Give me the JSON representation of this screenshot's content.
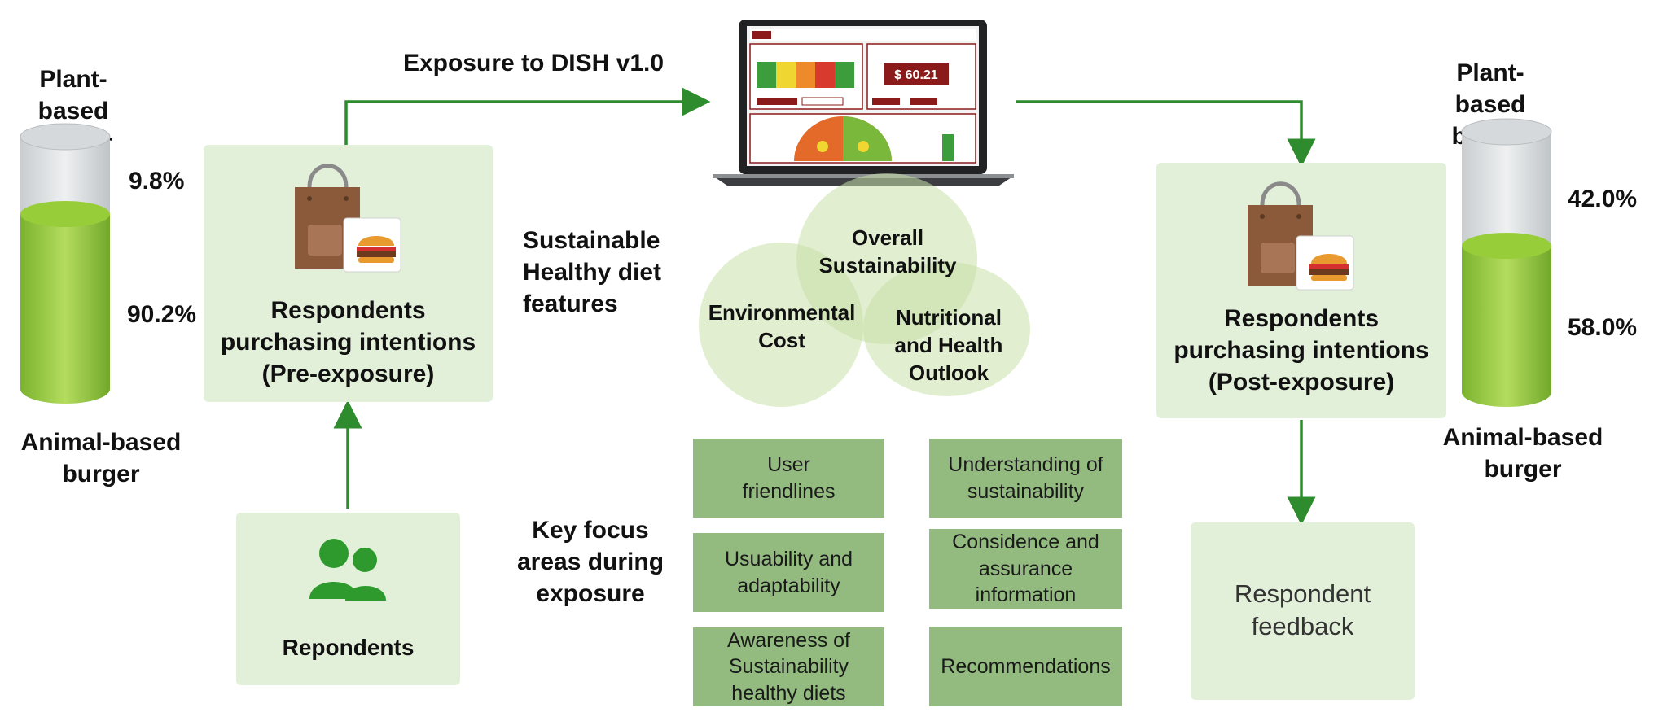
{
  "title": "Exposure to DISH v1.0",
  "colors": {
    "arrow": "#2e8b2e",
    "box": "#e2efd9",
    "focus_box": "#93bb80",
    "cylinder_fill": "#8cc43c",
    "accent": "#8b1a1a"
  },
  "pre": {
    "plant_label": "Plant-based\nburger",
    "animal_label": "Animal-based\nburger",
    "plant_pct": "9.8%",
    "animal_pct": "90.2%",
    "plant_fraction": 0.098,
    "animal_fraction": 0.902,
    "box_label": "Respondents\npurchasing intentions\n(Pre-exposure)"
  },
  "post": {
    "plant_label": "Plant-based\nburger",
    "animal_label": "Animal-based\nburger",
    "plant_pct": "42.0%",
    "animal_pct": "58.0%",
    "plant_fraction": 0.42,
    "animal_fraction": 0.58,
    "box_label": "Respondents\npurchasing intentions\n(Post-exposure)"
  },
  "respondents_label": "Repondents",
  "feedback_label": "Respondent\nfeedback",
  "features_label": "Sustainable\nHealthy diet\nfeatures",
  "venn": {
    "top": "Overall\nSustainability",
    "left": "Environmental\nCost",
    "right": "Nutritional\nand Health\nOutlook"
  },
  "focus_heading": "Key focus\nareas during\nexposure",
  "focus_areas": [
    "User\nfriendlines",
    "Understanding of\nsustainability",
    "Usuability and\nadaptability",
    "Considence and\nassurance\ninformation",
    "Awareness of\nSustainability\nhealthy diets",
    "Recommendations"
  ],
  "laptop": {
    "price": "$ 60.21",
    "icons": [
      "shopping-bag-icon",
      "burger-icon",
      "people-icon",
      "laptop-icon"
    ]
  }
}
